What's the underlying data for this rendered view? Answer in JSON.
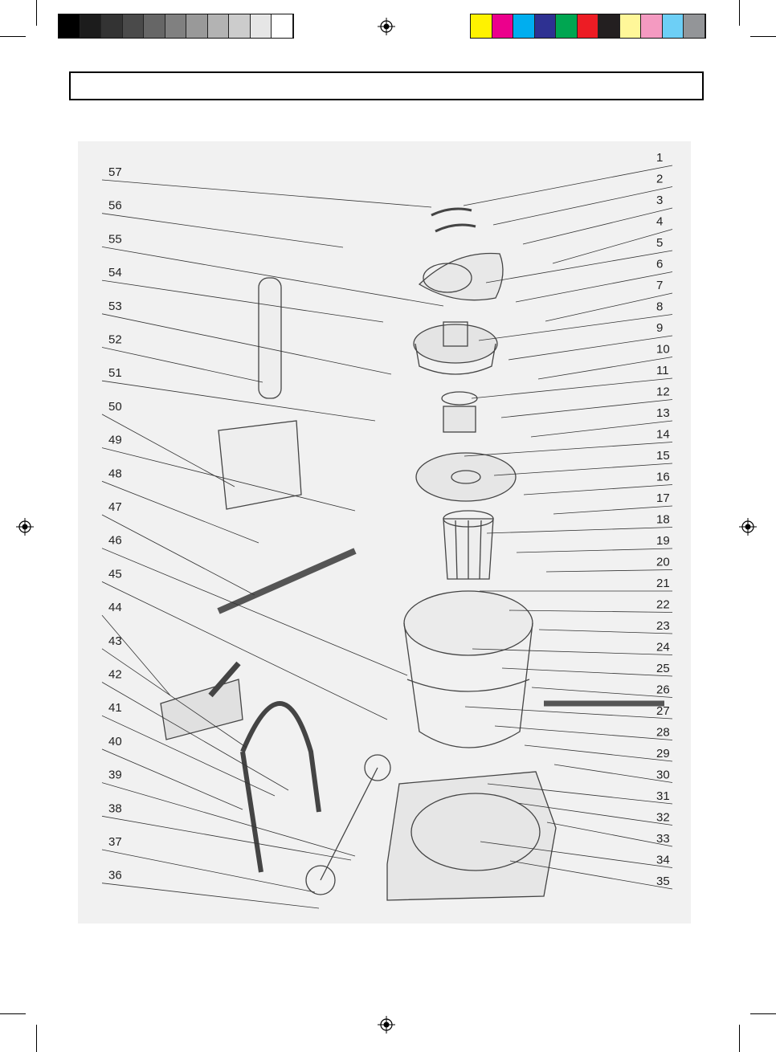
{
  "header": {
    "swatches_left": [
      "#000000",
      "#1c1c1c",
      "#333333",
      "#4a4a4a",
      "#666666",
      "#808080",
      "#999999",
      "#b3b3b3",
      "#cccccc",
      "#e6e6e6",
      "#ffffff"
    ],
    "swatches_right": [
      "#fff200",
      "#ec008c",
      "#00aeef",
      "#2e3192",
      "#00a651",
      "#ed1c24",
      "#231f20",
      "#fff799",
      "#f49ac1",
      "#6dcff6",
      "#939598"
    ],
    "title": ""
  },
  "diagram": {
    "left_labels": [
      "57",
      "56",
      "55",
      "54",
      "53",
      "52",
      "51",
      "50",
      "49",
      "48",
      "47",
      "46",
      "45",
      "44",
      "43",
      "42",
      "41",
      "40",
      "39",
      "38",
      "37",
      "36"
    ],
    "right_labels": [
      "1",
      "2",
      "3",
      "4",
      "5",
      "6",
      "7",
      "8",
      "9",
      "10",
      "11",
      "12",
      "13",
      "14",
      "15",
      "16",
      "17",
      "18",
      "19",
      "20",
      "21",
      "22",
      "23",
      "24",
      "25",
      "26",
      "27",
      "28",
      "29",
      "30",
      "31",
      "32",
      "33",
      "34",
      "35"
    ]
  }
}
